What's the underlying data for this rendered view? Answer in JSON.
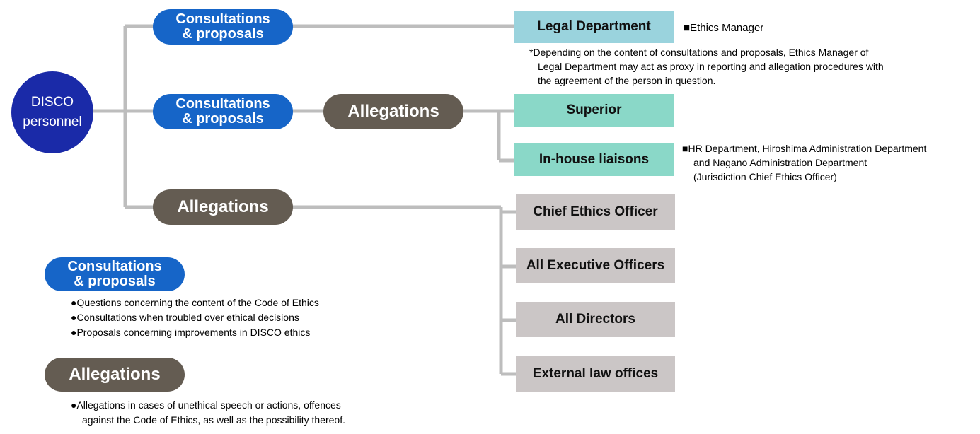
{
  "origin": {
    "line1": "DISCO",
    "line2": "personnel"
  },
  "routes": {
    "consult_top": {
      "line1": "Consultations",
      "line2": "& proposals"
    },
    "consult_mid": {
      "line1": "Consultations",
      "line2": "& proposals"
    },
    "allegations_mid": "Allegations",
    "allegations_bottom": "Allegations"
  },
  "receivers": {
    "legal": "Legal Department",
    "superior": "Superior",
    "inhouse": "In-house liaisons",
    "chief": "Chief Ethics Officer",
    "executives": "All Executive Officers",
    "directors": "All Directors",
    "lawoffices": "External law offices"
  },
  "notes": {
    "legal_manager": "■Ethics Manager",
    "proxy": [
      "*Depending on the content of consultations and proposals, Ethics Manager of",
      "Legal Department may act as proxy in reporting and allegation procedures with",
      "the agreement of the person in question."
    ],
    "inhouse": [
      "■HR Department, Hiroshima Administration Department",
      "and Nagano Administration Department",
      "(Jurisdiction Chief Ethics Officer)"
    ]
  },
  "legend": {
    "consult": {
      "line1": "Consultations",
      "line2": "& proposals",
      "items": [
        "●Questions concerning the content of the Code of Ethics",
        "●Consultations when troubled over ethical decisions",
        "●Proposals concerning improvements in DISCO ethics"
      ]
    },
    "allegations": {
      "label": "Allegations",
      "items": [
        "●Allegations in cases of unethical speech or actions, offences",
        "against the Code of Ethics, as well as the possibility thereof."
      ]
    }
  },
  "colors": {
    "origin": "#1a2aa8",
    "consult": "#1665c8",
    "allegation": "#645c52",
    "legal_box": "#9ad3dd",
    "teal_box": "#8ad8c8",
    "gray_box": "#cbc6c6",
    "connector": "#bdbdbd"
  }
}
